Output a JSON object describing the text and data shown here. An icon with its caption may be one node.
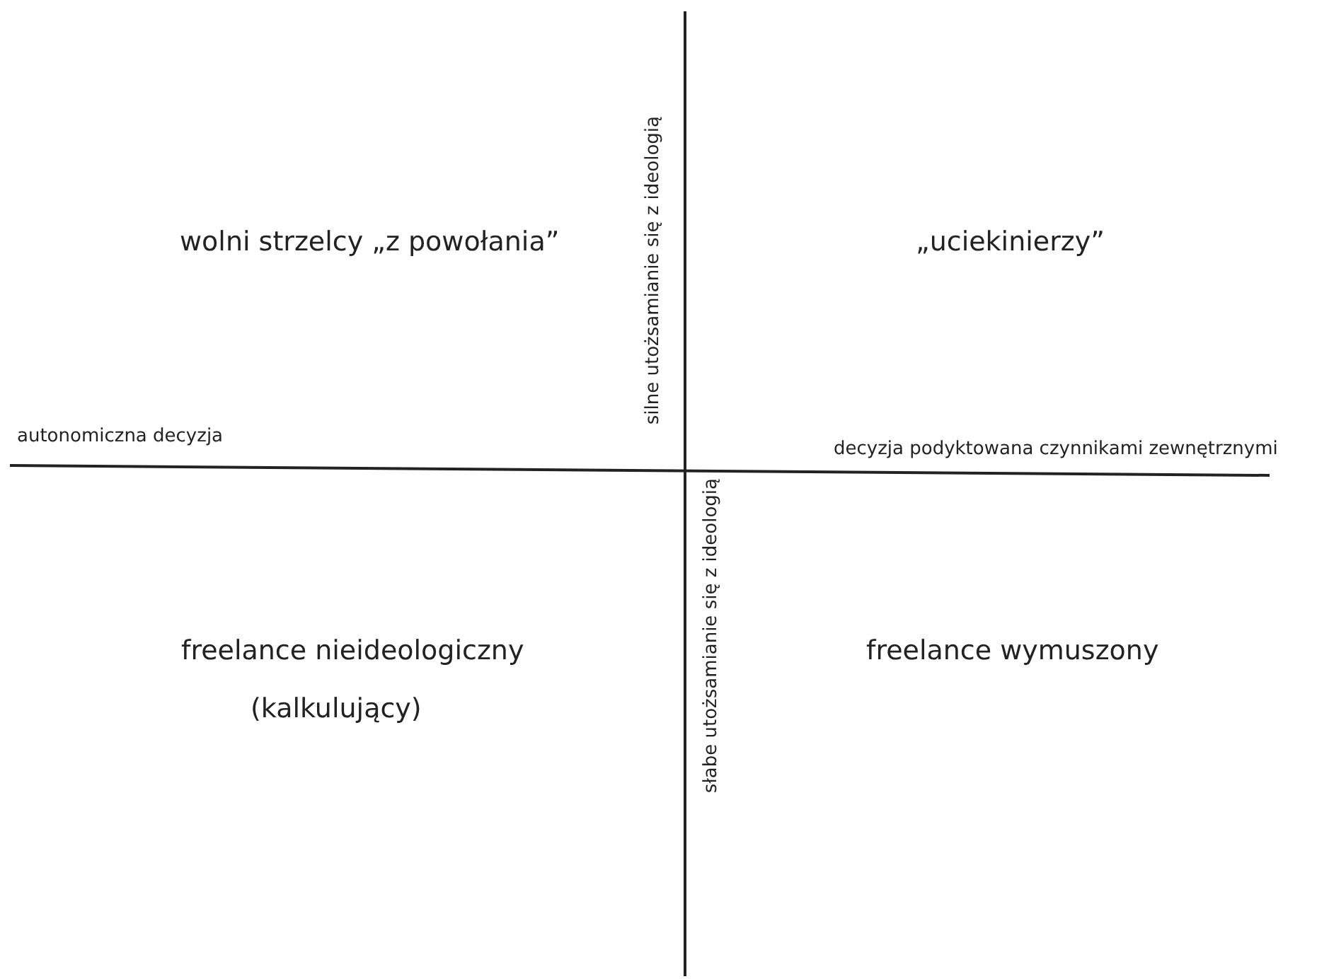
{
  "diagram": {
    "labels": [
      "silne utożsamianie się z ideologią",
      "wolni strzelcy „z powołania”",
      "„uciekinierzy”",
      "autonomiczna decyzja",
      "decyzja podyktowana czynnikami zewnętrznymi",
      "słabe utożsamianie się z ideologią",
      "freelance nieideologiczny",
      "freelance wymuszony",
      "(kalkulujący)"
    ]
  }
}
